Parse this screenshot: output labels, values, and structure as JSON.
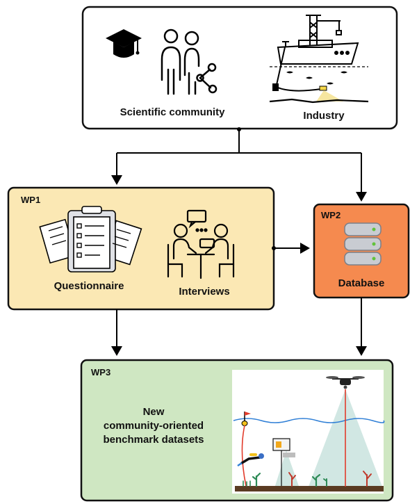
{
  "top_box": {
    "scientific_label": "Scientific community",
    "industry_label": "Industry"
  },
  "wp1": {
    "tag": "WP1",
    "questionnaire_label": "Questionnaire",
    "interviews_label": "Interviews",
    "fill": "#fbe8b4"
  },
  "wp2": {
    "tag": "WP2",
    "database_label": "Database",
    "fill": "#f58a4f"
  },
  "wp3": {
    "tag": "WP3",
    "line1": "New",
    "line2": "community-oriented",
    "line3": "benchmark datasets",
    "fill": "#cfe7c2"
  },
  "icons": [
    "graduation-cap-icon",
    "people-network-icon",
    "vessel-icon",
    "questionnaire-icon",
    "interview-icon",
    "database-icon",
    "drone-icon",
    "diver-icon"
  ]
}
